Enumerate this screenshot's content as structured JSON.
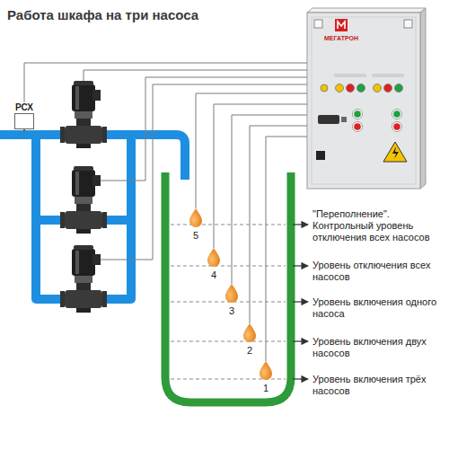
{
  "diagram": {
    "title": "Работа шкафа на три насоса",
    "nodes": [
      {
        "text": [
          "МЕГАТРОН"
        ]
      },
      {
        "text": [
          "РСХ"
        ]
      }
    ],
    "edges": [
      {
        "from": 1,
        "to": 0,
        "arrow": "none"
      }
    ],
    "labels": [
      "5",
      "4",
      "3",
      "2",
      "1",
      "\"Переполнение\". Контрольный уровень отключения всех насосов",
      "Уровень отключения всех насосов",
      "Уровень включения одного насоса",
      "Уровень включения двух насосов",
      "Уровень включения трёх насосов"
    ]
  }
}
